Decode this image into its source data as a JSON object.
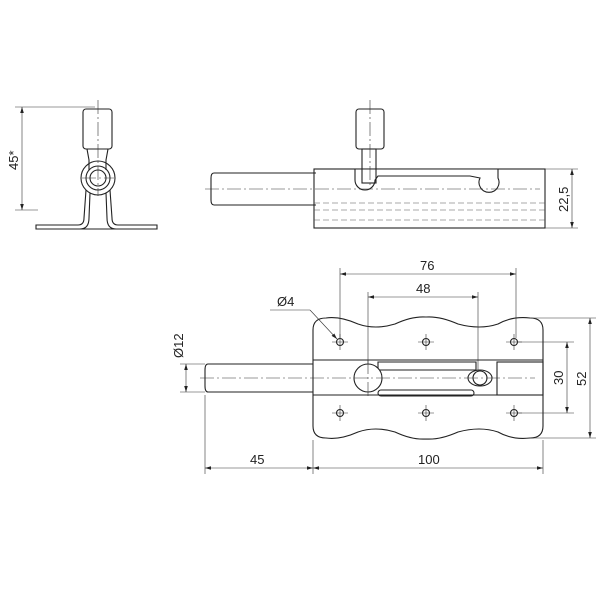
{
  "dimensions": {
    "side_height": "45*",
    "front_height": "22,5",
    "hole_spacing_x": "76",
    "slot_length": "48",
    "hole_diameter": "Ø4",
    "rod_diameter": "Ø12",
    "hole_spacing_y": "30",
    "plate_height": "52",
    "rod_extension": "45",
    "plate_length": "100"
  }
}
